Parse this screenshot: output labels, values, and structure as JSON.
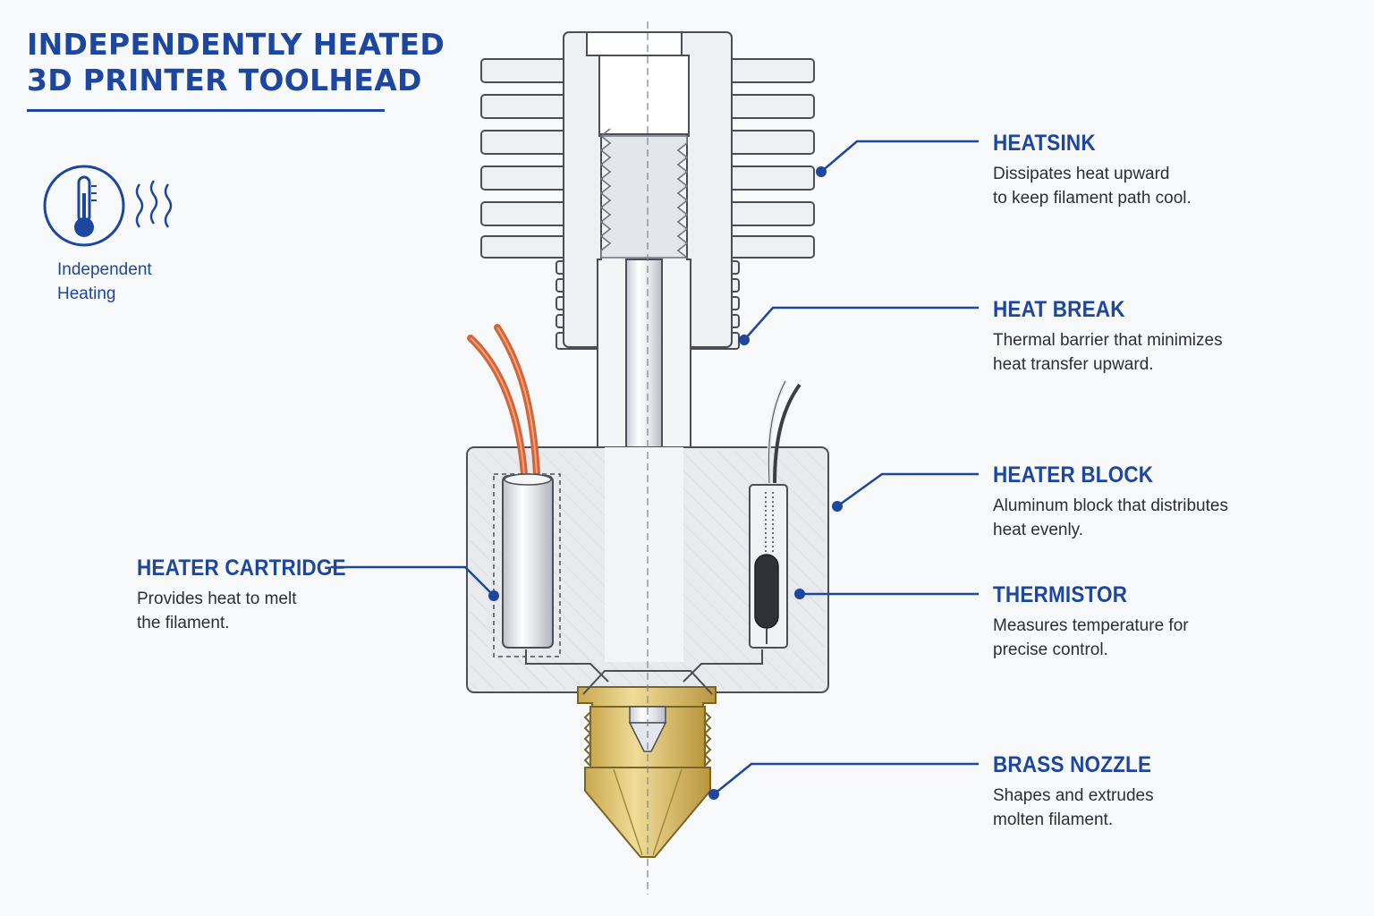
{
  "title": {
    "line1": "INDEPENDENTLY HEATED",
    "line2": "3D PRINTER TOOLHEAD"
  },
  "badge": {
    "icon": "thermometer-icon",
    "line1": "Independent",
    "line2": "Heating"
  },
  "callouts": {
    "heatsink": {
      "title": "HEATSINK",
      "line1": "Dissipates heat upward",
      "line2": "to keep filament path cool."
    },
    "heat_break": {
      "title": "HEAT BREAK",
      "line1": "Thermal barrier that minimizes",
      "line2": "heat transfer upward."
    },
    "heater_block": {
      "title": "HEATER BLOCK",
      "line1": "Aluminum block that distributes",
      "line2": "heat evenly."
    },
    "thermistor": {
      "title": "THERMISTOR",
      "line1": "Measures temperature for",
      "line2": "precise control."
    },
    "brass_nozzle": {
      "title": "BRASS NOZZLE",
      "line1": "Shapes and extrudes",
      "line2": "molten filament."
    },
    "heater_cartridge": {
      "title": "HEATER CARTRIDGE",
      "line1": "Provides heat to melt",
      "line2": "the filament."
    }
  },
  "colors": {
    "accent": "#1c46a0",
    "metal": "#eef0f3",
    "outline": "#4a4f57",
    "brass": "#dcc274",
    "heater_wire": "#d4643a",
    "thermistor_wire": "#3a3f45"
  }
}
